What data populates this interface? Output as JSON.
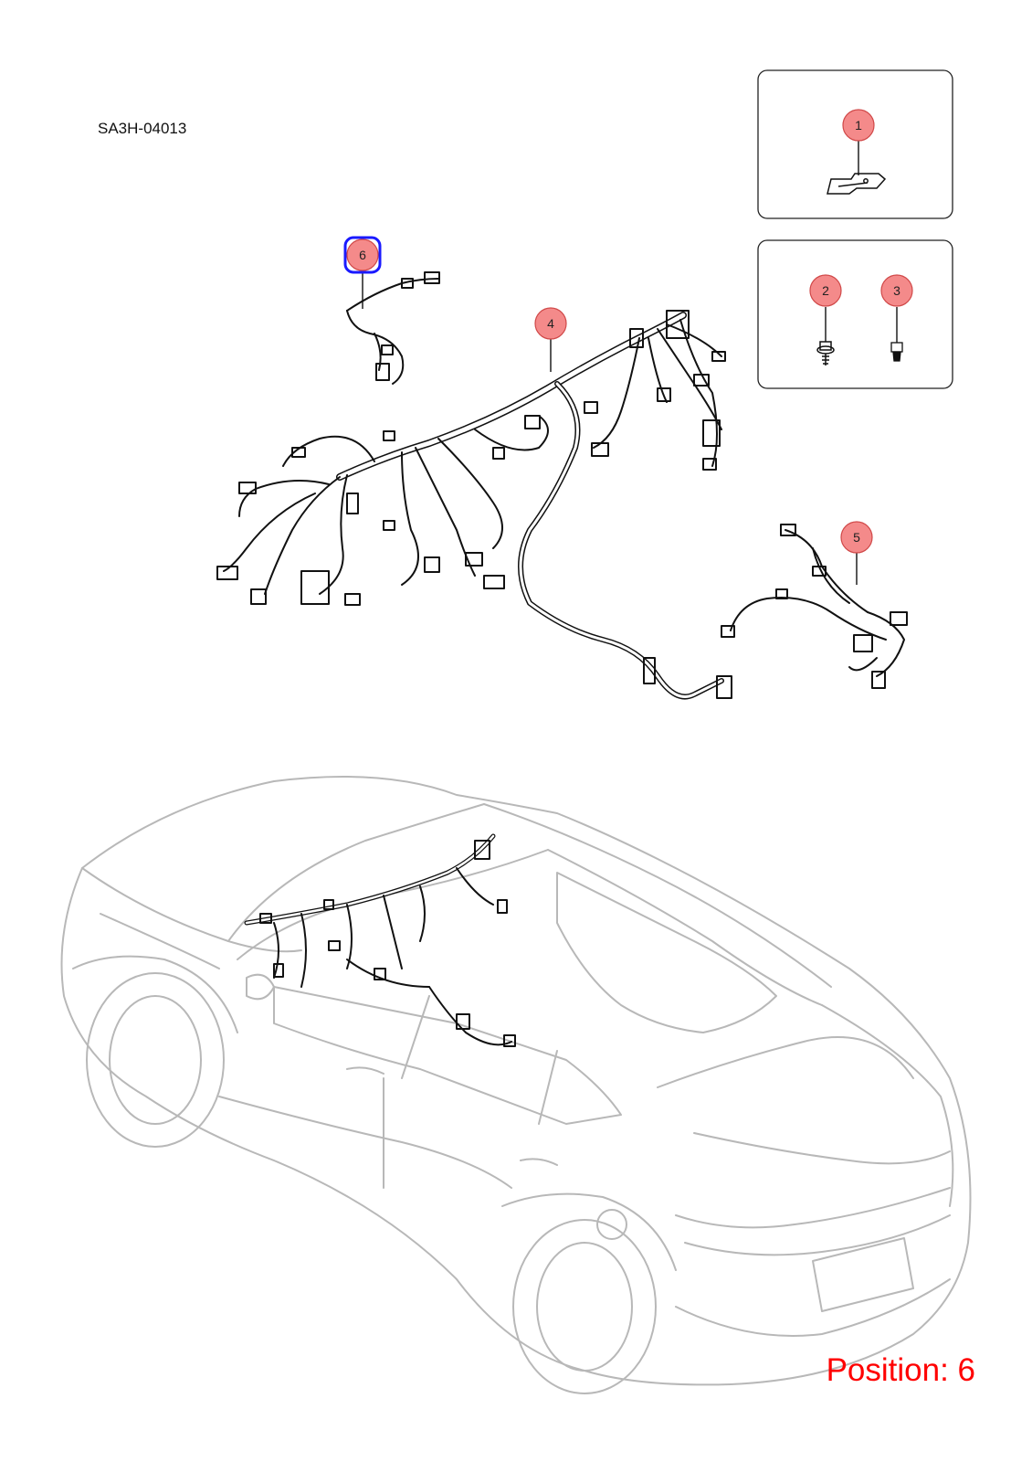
{
  "diagram_code": "SA3H-04013",
  "position_label": "Position: 6",
  "selected_callout": "6",
  "callouts": [
    {
      "id": "callout-1",
      "label": "1",
      "part": "bracket"
    },
    {
      "id": "callout-2",
      "label": "2",
      "part": "bolt"
    },
    {
      "id": "callout-3",
      "label": "3",
      "part": "screw"
    },
    {
      "id": "callout-4",
      "label": "4",
      "part": "instrument-panel-harness"
    },
    {
      "id": "callout-5",
      "label": "5",
      "part": "sub-harness"
    },
    {
      "id": "callout-6",
      "label": "6",
      "part": "small-harness"
    }
  ],
  "colors": {
    "callout_fill": "#f48a8a",
    "callout_stroke": "#d04848",
    "selected_outline": "#1a1aff",
    "position_text": "#ff0000",
    "line": "#111111",
    "car_line": "#b8b8b8"
  }
}
